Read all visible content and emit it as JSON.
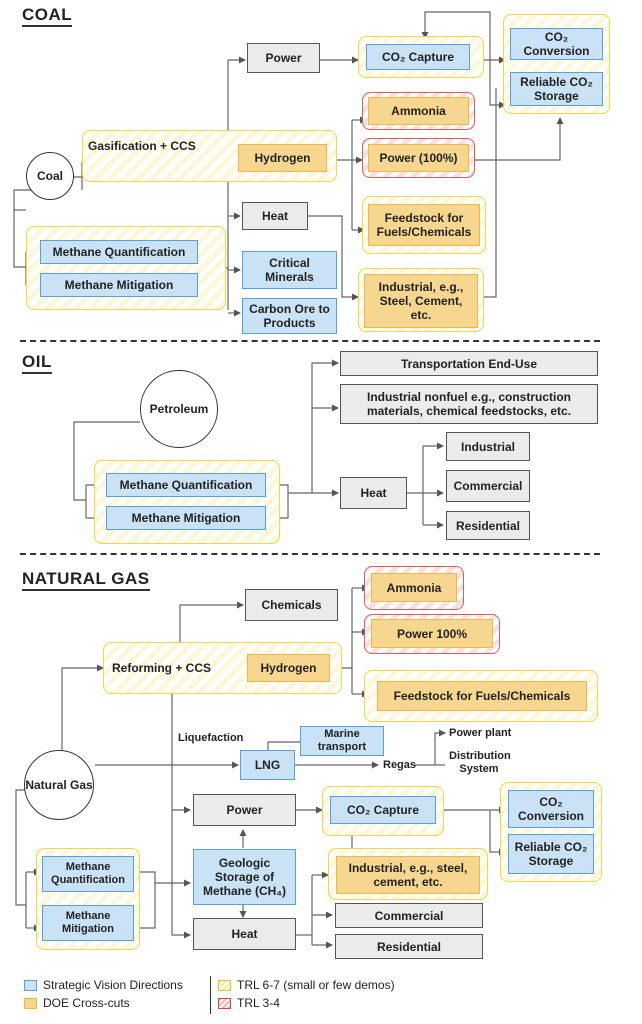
{
  "sections": {
    "coal": "COAL",
    "oil": "OIL",
    "natural_gas": "NATURAL GAS"
  },
  "coal": {
    "source": "Coal",
    "power": "Power",
    "co2_capture": "CO₂ Capture",
    "co2_conversion": "CO₂ Conversion",
    "reliable_storage": "Reliable CO₂ Storage",
    "gasification": "Gasification + CCS",
    "hydrogen": "Hydrogen",
    "ammonia": "Ammonia",
    "power_100": "Power (100%)",
    "heat": "Heat",
    "feedstock": "Feedstock for Fuels/Chemicals",
    "methane_quantification": "Methane Quantification",
    "methane_mitigation": "Methane Mitigation",
    "critical_minerals": "Critical Minerals",
    "carbon_ore": "Carbon Ore to Products",
    "industrial": "Industrial, e.g., Steel, Cement, etc."
  },
  "oil": {
    "source": "Petroleum",
    "transportation": "Transportation End-Use",
    "industrial_nonfuel": "Industrial nonfuel e.g., construction materials, chemical feedstocks, etc.",
    "methane_quantification": "Methane Quantification",
    "methane_mitigation": "Methane Mitigation",
    "heat": "Heat",
    "industrial": "Industrial",
    "commercial": "Commercial",
    "residential": "Residential"
  },
  "gas": {
    "source": "Natural Gas",
    "chemicals": "Chemicals",
    "ammonia": "Ammonia",
    "reforming": "Reforming + CCS",
    "hydrogen": "Hydrogen",
    "power_100": "Power 100%",
    "feedstock": "Feedstock for Fuels/Chemicals",
    "liquefaction": "Liquefaction",
    "marine": "Marine transport",
    "lng": "LNG",
    "regas": "Regas",
    "power_plant": "Power plant",
    "distribution": "Distribution System",
    "power": "Power",
    "co2_capture": "CO₂ Capture",
    "co2_conversion": "CO₂ Conversion",
    "reliable_storage": "Reliable CO₂ Storage",
    "methane_quantification": "Methane Quantification",
    "methane_mitigation": "Methane Mitigation",
    "geologic_storage": "Geologic Storage of Methane (CH₄)",
    "industrial": "Industrial, e.g., steel, cement, etc.",
    "heat": "Heat",
    "commercial": "Commercial",
    "residential": "Residential"
  },
  "legend": {
    "strategic": "Strategic Vision Directions",
    "doe": "DOE Cross-cuts",
    "trl67": "TRL 6-7 (small or few demos)",
    "trl34": "TRL 3-4"
  }
}
